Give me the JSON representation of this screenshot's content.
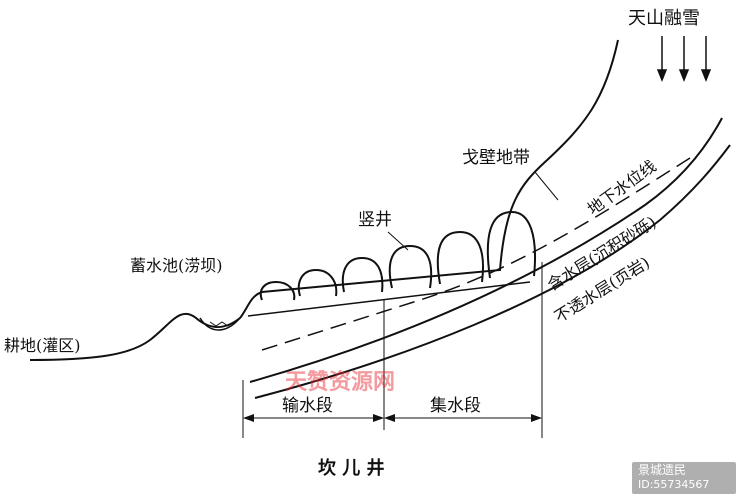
{
  "labels": {
    "snowmelt": "天山融雪",
    "gobi": "戈壁地带",
    "groundwater_line": "地下水位线",
    "shaft": "竖井",
    "reservoir": "蓄水池(涝坝)",
    "aquifer": "含水层(沉积砂砾)",
    "impermeable": "不透水层(页岩)",
    "farmland": "耕地(灌区)",
    "conveyance": "输水段",
    "collection": "集水段",
    "title": "坎 儿 井"
  },
  "watermark": {
    "overlay": "天赞资源网",
    "user": "景城遗民",
    "id": "ID:55734567"
  },
  "colors": {
    "line": "#111111",
    "watermark": "#e8242d"
  }
}
